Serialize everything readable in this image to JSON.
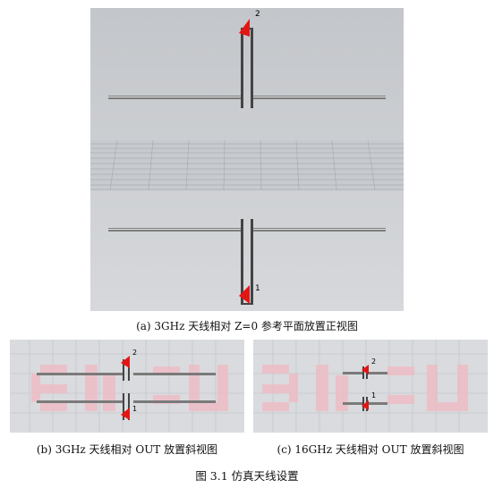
{
  "figure": {
    "panel_a": {
      "caption": "(a) 3GHz 天线相对 Z=0 参考平面放置正视图",
      "port_top": "2",
      "port_bottom": "1"
    },
    "panel_b": {
      "caption": "(b) 3GHz 天线相对 OUT 放置斜视图",
      "port_top": "2",
      "port_bottom": "1"
    },
    "panel_c": {
      "caption": "(c) 16GHz 天线相对 OUT 放置斜视图",
      "port_top": "2",
      "port_bottom": "1"
    },
    "main_caption": "图 3.1    仿真天线设置"
  },
  "colors": {
    "viewport_bg": "#c9ccd0",
    "grid_line": "#bfc4c9",
    "antenna": "#6b6b6b",
    "port_red": "#e31616",
    "watermark_pink": "#f2b9c3"
  }
}
